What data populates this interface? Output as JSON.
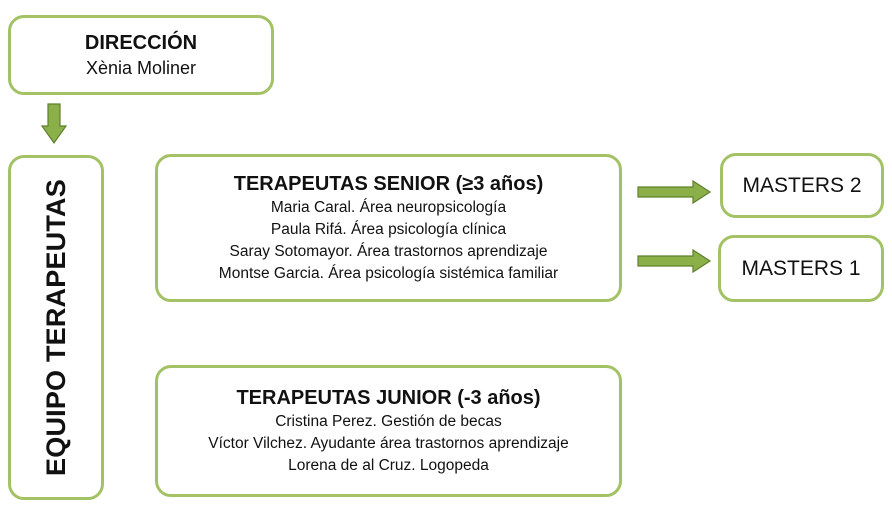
{
  "direccion": {
    "title": "DIRECCIÓN",
    "name": "Xènia Moliner"
  },
  "equipo": {
    "label": "EQUIPO TERAPEUTAS"
  },
  "senior": {
    "title": "TERAPEUTAS SENIOR (≥3 años)",
    "members": [
      "Maria Caral. Área neuropsicología",
      "Paula Rifá. Área psicología clínica",
      "Saray Sotomayor. Área trastornos aprendizaje",
      "Montse Garcia. Área psicología sistémica familiar"
    ]
  },
  "junior": {
    "title": "TERAPEUTAS JUNIOR (-3 años)",
    "members": [
      "Cristina Perez. Gestión de becas",
      "Víctor Vilchez. Ayudante área trastornos aprendizaje",
      "Lorena de al Cruz. Logopeda"
    ]
  },
  "masters": {
    "m2": "MASTERS 2",
    "m1": "MASTERS 1"
  },
  "colors": {
    "border": "#a3c266",
    "arrow_fill": "#8bb04a",
    "arrow_stroke": "#5f7f2c"
  }
}
